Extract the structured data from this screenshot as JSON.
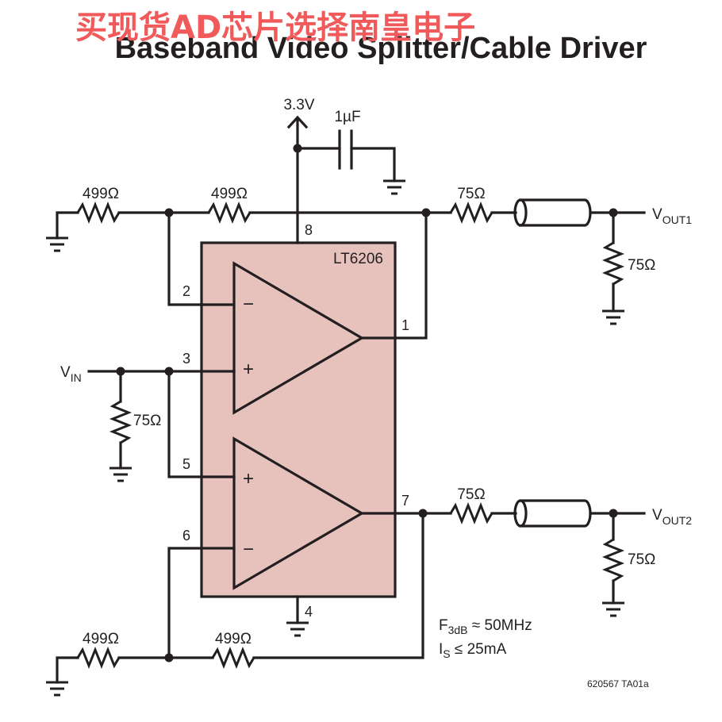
{
  "watermark": "买现货AD芯片选择南皇电子",
  "title": "Baseband Video Splitter/Cable Driver",
  "supply": {
    "voltage": "3.3V",
    "capacitor": "1µF"
  },
  "ic": {
    "part": "LT6206"
  },
  "pins": {
    "p1": "1",
    "p2": "2",
    "p3": "3",
    "p4": "4",
    "p5": "5",
    "p6": "6",
    "p7": "7",
    "p8": "8"
  },
  "resistors": {
    "r_top_left": "499Ω",
    "r_top_mid": "499Ω",
    "r_out1_series": "75Ω",
    "r_out1_load": "75Ω",
    "r_in_term": "75Ω",
    "r_out2_series": "75Ω",
    "r_out2_load": "75Ω",
    "r_bot_left": "499Ω",
    "r_bot_mid": "499Ω"
  },
  "signals": {
    "vin": {
      "main": "V",
      "sub": "IN"
    },
    "vout1": {
      "main": "V",
      "sub": "OUT1"
    },
    "vout2": {
      "main": "V",
      "sub": "OUT2"
    }
  },
  "amp_symbols": {
    "u_minus": "−",
    "u_plus": "+",
    "l_plus": "+",
    "l_minus": "−"
  },
  "specs": {
    "f3db": {
      "main": "F",
      "sub": "3dB",
      "rest": " ≈ 50MHz"
    },
    "is": {
      "main": "I",
      "sub": "S",
      "rest": " ≤ 25mA"
    }
  },
  "figure_id": "620567 TA01a",
  "colors": {
    "ic_fill": "#e7c1bc",
    "wire": "#231f20",
    "watermark": "#f05a5a"
  }
}
